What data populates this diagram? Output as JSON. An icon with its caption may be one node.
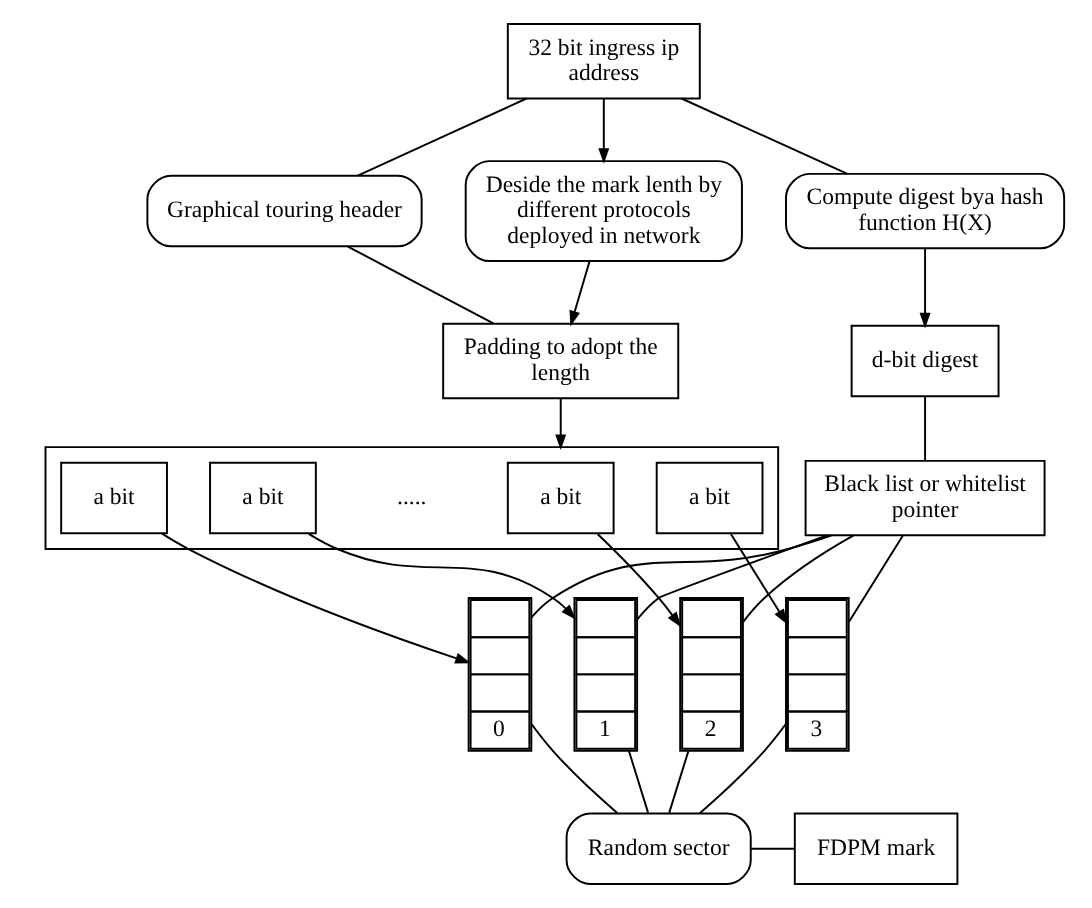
{
  "diagram": {
    "nodes": [
      {
        "text": [
          "32 bit ingress ip address"
        ]
      },
      {
        "text": [
          "Graphical touring header"
        ]
      },
      {
        "text": [
          "Deside the mark lenth by different protocols deployed in network"
        ]
      },
      {
        "text": [
          "Compute digest bya hash function H(X)"
        ]
      },
      {
        "text": [
          "Padding to adopt the length"
        ]
      },
      {
        "text": [
          "d-bit digest"
        ]
      },
      {
        "text": [],
        "shape": "box"
      },
      {
        "text": [
          "a bit"
        ],
        "in": 6
      },
      {
        "text": [
          "a bit"
        ],
        "in": 6
      },
      {
        "text": [
          "a bit"
        ],
        "in": 6
      },
      {
        "text": [
          "a bit"
        ],
        "in": 6
      },
      {
        "text": [
          "Black list or whitelist pointer"
        ]
      },
      {
        "text": [
          "0"
        ]
      },
      {
        "text": [
          "1"
        ]
      },
      {
        "text": [
          "2"
        ]
      },
      {
        "text": [
          "3"
        ]
      },
      {
        "text": [
          "Random sector"
        ]
      },
      {
        "text": [
          "FDPM mark"
        ]
      }
    ],
    "edges": [
      {
        "from": 0,
        "to": 1,
        "arrow": "none"
      },
      {
        "from": 0,
        "to": 2,
        "arrow": "to"
      },
      {
        "from": 0,
        "to": 3,
        "arrow": "none"
      },
      {
        "from": 1,
        "to": 4,
        "arrow": "none"
      },
      {
        "from": 2,
        "to": 4,
        "arrow": "to"
      },
      {
        "from": 3,
        "to": 5,
        "arrow": "to"
      },
      {
        "from": 4,
        "to": 6,
        "arrow": "to"
      },
      {
        "from": 5,
        "to": 11,
        "arrow": "none"
      },
      {
        "from": 7,
        "to": 12,
        "arrow": "to"
      },
      {
        "from": 8,
        "to": 13,
        "arrow": "to"
      },
      {
        "from": 9,
        "to": 14,
        "arrow": "to"
      },
      {
        "from": 10,
        "to": 15,
        "arrow": "to"
      },
      {
        "from": 11,
        "to": 15,
        "arrow": "none"
      },
      {
        "from": 11,
        "to": 14,
        "arrow": "none"
      },
      {
        "from": 11,
        "to": 13,
        "arrow": "none"
      },
      {
        "from": 11,
        "to": 12,
        "arrow": "none"
      },
      {
        "from": 12,
        "to": 16,
        "arrow": "none"
      },
      {
        "from": 13,
        "to": 16,
        "arrow": "none"
      },
      {
        "from": 14,
        "to": 16,
        "arrow": "none"
      },
      {
        "from": 15,
        "to": 16,
        "arrow": "none"
      },
      {
        "from": 16,
        "to": 17,
        "arrow": "none"
      }
    ],
    "labels": [
      "....."
    ]
  }
}
